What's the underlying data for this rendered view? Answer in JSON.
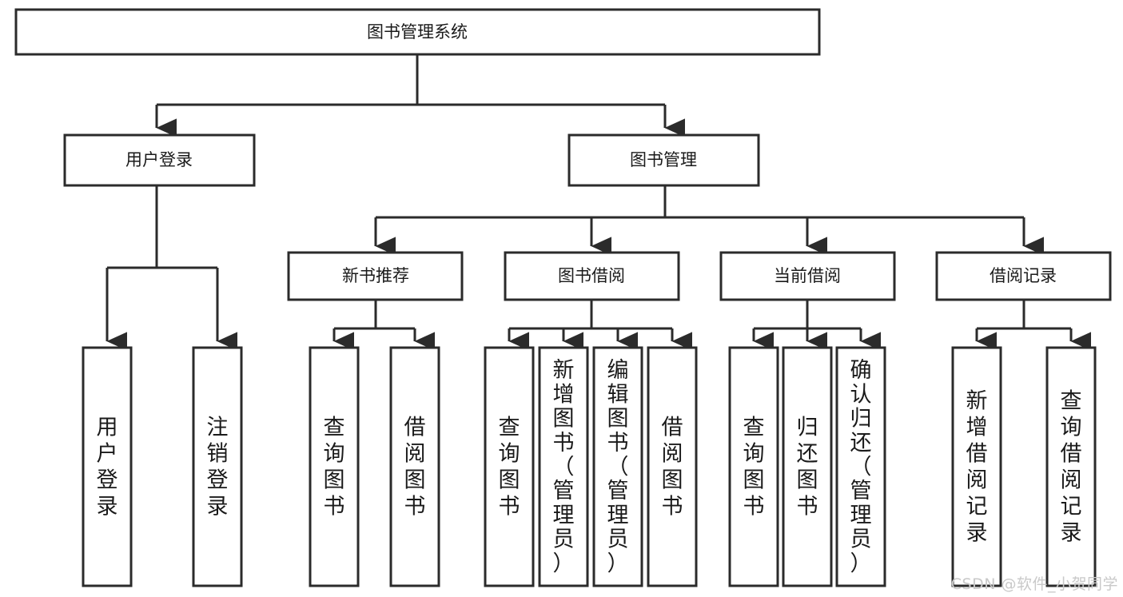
{
  "diagram": {
    "type": "tree-hierarchy",
    "title": "图书管理系统",
    "watermark": "CSDN @软件_小贺同学",
    "colors": {
      "box_stroke": "#2b2b2b",
      "box_fill": "#ffffff",
      "connector": "#2b2b2b",
      "text": "#1a1a1a",
      "watermark": "#c9c9c9",
      "background": "#ffffff"
    },
    "root": {
      "id": "root",
      "label": "图书管理系统"
    },
    "level2": [
      {
        "id": "user-login",
        "label": "用户登录"
      },
      {
        "id": "book-manage",
        "label": "图书管理"
      }
    ],
    "level3": [
      {
        "id": "new-book-recommend",
        "label": "新书推荐",
        "parent": "book-manage"
      },
      {
        "id": "book-borrow",
        "label": "图书借阅",
        "parent": "book-manage"
      },
      {
        "id": "current-borrow",
        "label": "当前借阅",
        "parent": "book-manage"
      },
      {
        "id": "borrow-record",
        "label": "借阅记录",
        "parent": "book-manage"
      }
    ],
    "leaves": [
      {
        "id": "leaf-user-login",
        "label": "用户登录",
        "parent": "user-login"
      },
      {
        "id": "leaf-user-logout",
        "label": "注销登录",
        "parent": "user-login"
      },
      {
        "id": "leaf-query-book-1",
        "label": "查询图书",
        "parent": "new-book-recommend"
      },
      {
        "id": "leaf-borrow-book-1",
        "label": "借阅图书",
        "parent": "new-book-recommend"
      },
      {
        "id": "leaf-query-book-2",
        "label": "查询图书",
        "parent": "book-borrow"
      },
      {
        "id": "leaf-add-book",
        "label": "新增图书（管理员）",
        "parent": "book-borrow"
      },
      {
        "id": "leaf-edit-book",
        "label": "编辑图书（管理员）",
        "parent": "book-borrow"
      },
      {
        "id": "leaf-borrow-book-2",
        "label": "借阅图书",
        "parent": "book-borrow"
      },
      {
        "id": "leaf-query-book-3",
        "label": "查询图书",
        "parent": "current-borrow"
      },
      {
        "id": "leaf-return-book",
        "label": "归还图书",
        "parent": "current-borrow"
      },
      {
        "id": "leaf-confirm-return",
        "label": "确认归还（管理员）",
        "parent": "current-borrow"
      },
      {
        "id": "leaf-add-record",
        "label": "新增借阅记录",
        "parent": "borrow-record"
      },
      {
        "id": "leaf-query-record",
        "label": "查询借阅记录",
        "parent": "borrow-record"
      }
    ]
  }
}
